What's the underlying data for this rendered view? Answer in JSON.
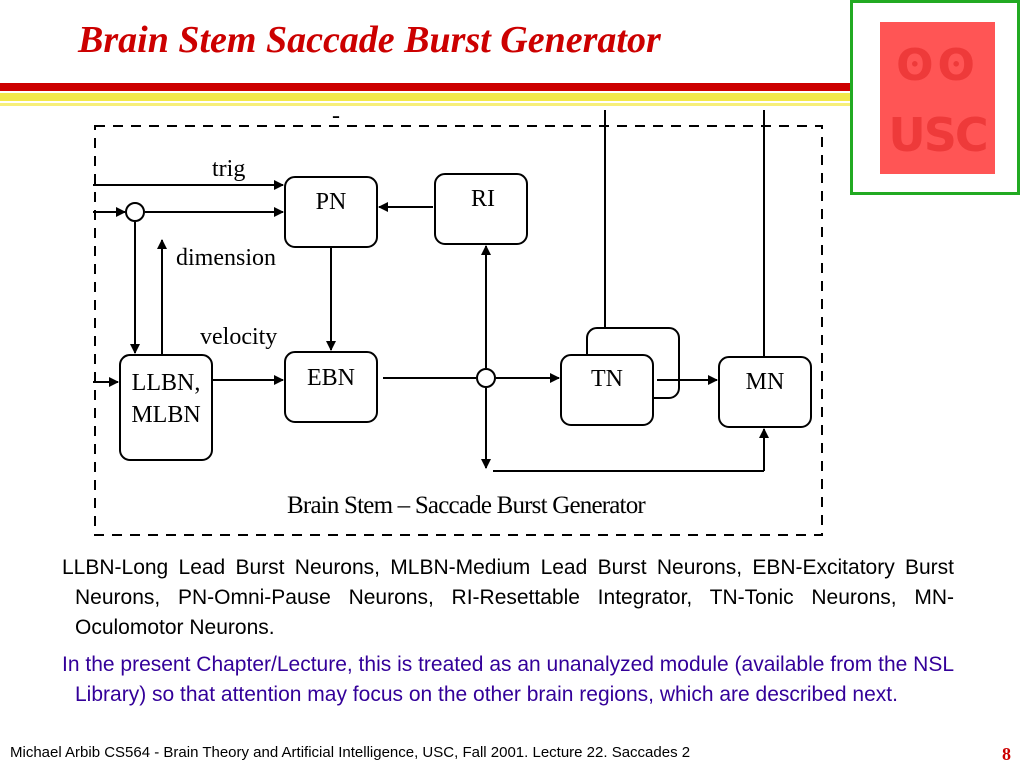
{
  "slide": {
    "title": "Brain Stem Saccade Burst Generator",
    "logo_text": "USC",
    "page_number": "8",
    "footer": "Michael Arbib CS564 - Brain Theory and Artificial Intelligence,  USC, Fall 2001. Lecture 22. Saccades 2"
  },
  "diagram": {
    "caption": "Brain Stem – Saccade Burst Generator",
    "minus_sign": "-",
    "labels": {
      "trig": "trig",
      "dimension": "dimension",
      "velocity": "velocity"
    },
    "boxes": {
      "pn": "PN",
      "ri": "RI",
      "ebn": "EBN",
      "tn": "TN",
      "mn": "MN",
      "llbn_line1": "LLBN,",
      "llbn_line2": "MLBN"
    }
  },
  "text": {
    "definitions": "LLBN-Long Lead Burst Neurons, MLBN-Medium Lead Burst Neurons, EBN-Excitatory Burst Neurons, PN-Omni-Pause Neurons, RI-Resettable Integrator, TN-Tonic Neurons, MN-Oculomotor Neurons.",
    "note": "In the present Chapter/Lecture, this is treated as an unanalyzed module (available from the NSL Library) so that attention may focus on the other brain regions, which are described next."
  },
  "colors": {
    "title": "#cc0000",
    "note_text": "#330099",
    "logo_frame": "#22aa22",
    "logo_fill": "#ff5555",
    "band_red": "#cc0000",
    "band_yellow": "#f2e84a"
  }
}
